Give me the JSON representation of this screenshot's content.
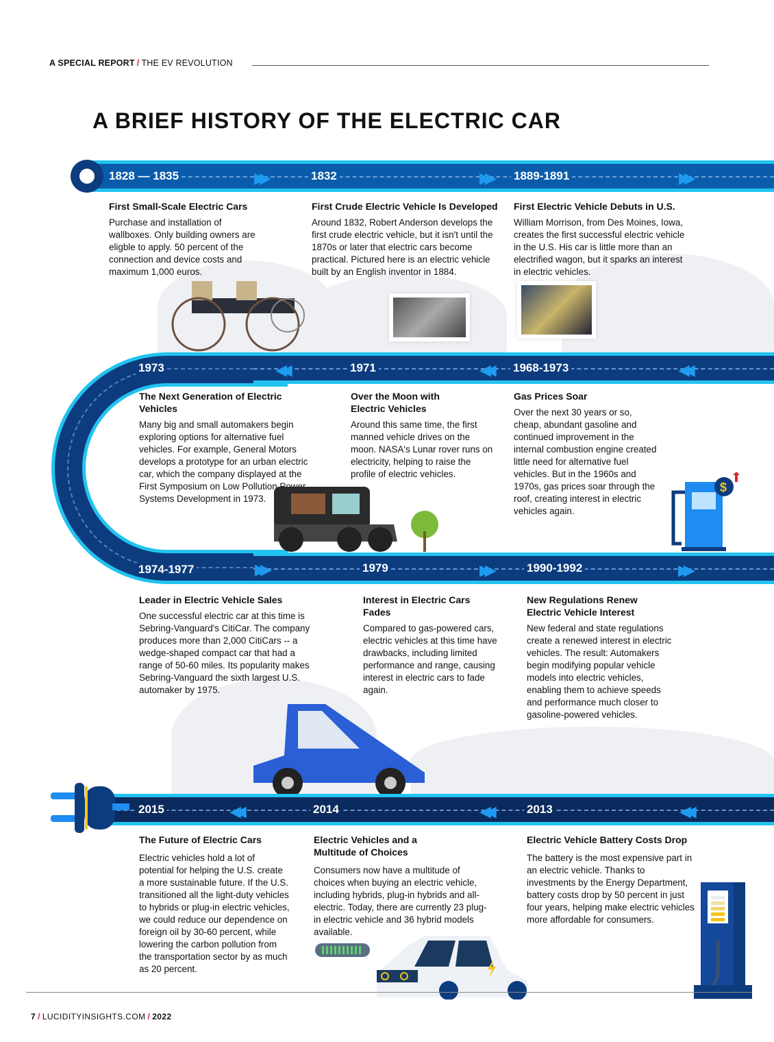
{
  "header": {
    "section": "A SPECIAL REPORT",
    "subsection": "THE EV REVOLUTION"
  },
  "title": "A BRIEF HISTORY OF THE ELECTRIC CAR",
  "colors": {
    "road_blue": "#0a5cab",
    "road_dark": "#0d3c7e",
    "road_navy": "#0b2a5e",
    "edge_cyan": "#22c3f0",
    "accent_red": "#d8262c"
  },
  "events": [
    {
      "year": "1828 — 1835",
      "heading": "First Small-Scale Electric Cars",
      "body": "Purchase and installation of wallboxes. Only building owners are eligble to apply. 50 percent of the connection and device costs and maximum 1,000 euros."
    },
    {
      "year": "1832",
      "heading": "First Crude Electric Vehicle Is Developed",
      "body": "Around 1832, Robert Anderson develops the first crude electric vehicle, but it isn't until the 1870s or later that electric cars become practical. Pictured here is an electric vehicle built by an English inventor in 1884."
    },
    {
      "year": "1889-1891",
      "heading": "First Electric Vehicle Debuts in U.S.",
      "body": "William Morrison, from Des Moines, Iowa, creates the first successful electric vehicle in the U.S. His car is little more than an electrified wagon, but it sparks an interest in electric vehicles."
    },
    {
      "year": "1968-1973",
      "heading": "Gas Prices Soar",
      "body": "Over the next 30 years or so, cheap, abundant gasoline and continued improvement in the internal combustion engine created little need for alternative fuel vehicles. But in the 1960s and 1970s, gas prices soar through the roof, creating interest in electric vehicles again."
    },
    {
      "year": "1971",
      "heading": "Over the Moon with Electric Vehicles",
      "body": "Around this same time, the first manned vehicle drives on the moon. NASA's Lunar rover runs on electricity, helping to raise the profile of electric vehicles."
    },
    {
      "year": "1973",
      "heading": "The Next Generation of Electric Vehicles",
      "body": "Many big and small automakers begin exploring options for alternative fuel vehicles. For example, General Motors develops a prototype for an urban electric car, which the company displayed at the First Symposium on Low Pollution Power Systems Development in 1973."
    },
    {
      "year": "1974-1977",
      "heading": "Leader in Electric Vehicle Sales",
      "body": "One successful electric car at this time is Sebring-Vanguard's CitiCar. The company produces more than 2,000 CitiCars -- a wedge-shaped compact car that had a range of 50-60 miles. Its popularity makes Sebring-Vanguard the sixth largest U.S. automaker by 1975."
    },
    {
      "year": "1979",
      "heading": "Interest in Electric Cars Fades",
      "body": "Compared to gas-powered cars, electric vehicles at this time have drawbacks, including limited performance and range, causing interest in electric cars to fade again."
    },
    {
      "year": "1990-1992",
      "heading": "New Regulations Renew Electric Vehicle Interest",
      "body": "New federal and state regulations create a renewed interest in electric vehicles. The result: Automakers begin modifying popular vehicle models into electric vehicles, enabling them to achieve speeds and performance much closer to gasoline-powered vehicles."
    },
    {
      "year": "2013",
      "heading": "Electric Vehicle Battery Costs Drop",
      "body": "The battery is the most expensive part in an electric vehicle. Thanks to investments by the Energy Department, battery costs drop by 50 percent in just four years, helping make electric vehicles more affordable for consumers."
    },
    {
      "year": "2014",
      "heading": "Electric Vehicles and a Multitude of Choices",
      "body": "Consumers now have a multitude of choices when buying an electric vehicle, including hybrids, plug-in hybrids and all-electric. Today, there are currently 23 plug-in electric vehicle and 36 hybrid models available."
    },
    {
      "year": "2015",
      "heading": "The Future of Electric Cars",
      "body": "Electric vehicles hold a lot of potential for helping the U.S. create a more sustainable future. If the U.S. transitioned all the light-duty vehicles to hybrids or plug-in electric vehicles, we could reduce our dependence on foreign oil by 30-60 percent, while lowering the carbon pollution from the transportation sector by as much as 20 percent."
    }
  ],
  "arrows": {
    "forward": "▶▶",
    "back": "◀◀"
  },
  "footer": {
    "page": "7",
    "site": "LUCIDITYINSIGHTS.COM",
    "year": "2022"
  }
}
